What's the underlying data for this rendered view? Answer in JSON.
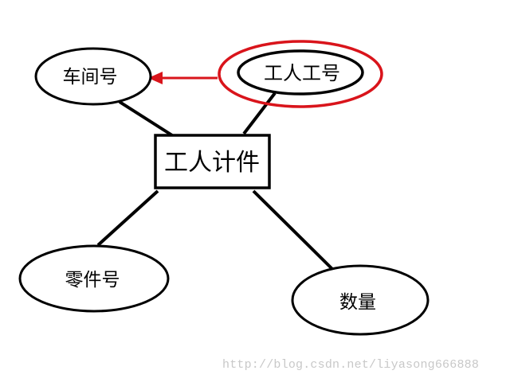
{
  "diagram": {
    "entity": {
      "label": "工人计件"
    },
    "attributes": {
      "workshop_no": "车间号",
      "worker_no": "工人工号",
      "part_no": "零件号",
      "quantity": "数量"
    },
    "highlight_color": "#d9141b",
    "line_color": "#000000"
  },
  "watermark": "http://blog.csdn.net/liyasong666888"
}
